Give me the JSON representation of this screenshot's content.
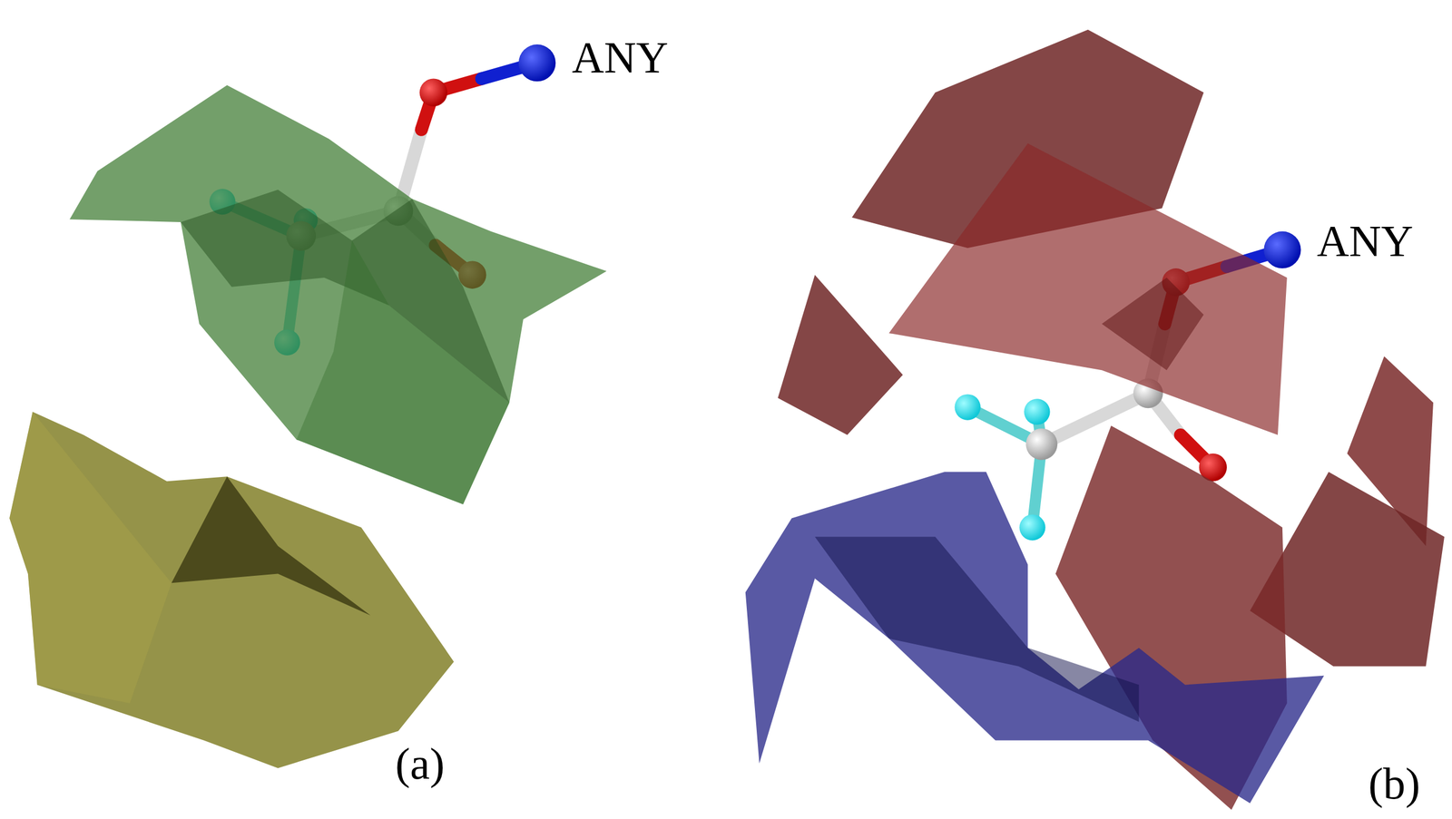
{
  "diagram": {
    "labels": [
      "ANY",
      "ANY",
      "(a)",
      "(b)"
    ]
  }
}
